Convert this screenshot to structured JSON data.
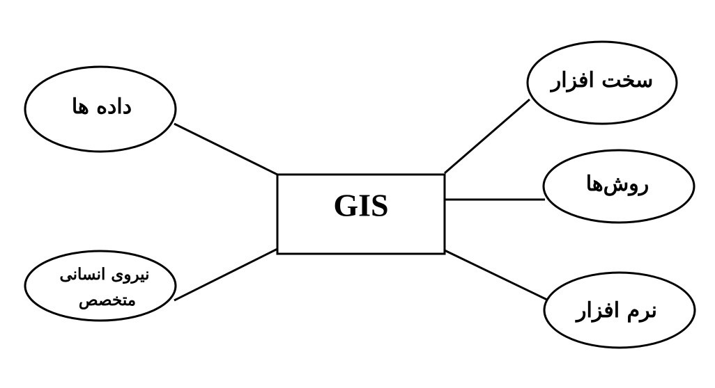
{
  "center": {
    "label": "GIS"
  },
  "nodes": {
    "data": {
      "label": "داده ها"
    },
    "human": {
      "line1": "نیروی انسانی",
      "line2": "متخصص"
    },
    "hardware": {
      "label": "سخت افزار"
    },
    "methods": {
      "label": "روش‌ها"
    },
    "software": {
      "label": "نرم افزار"
    }
  },
  "colors": {
    "stroke": "#000000",
    "background": "#ffffff"
  }
}
